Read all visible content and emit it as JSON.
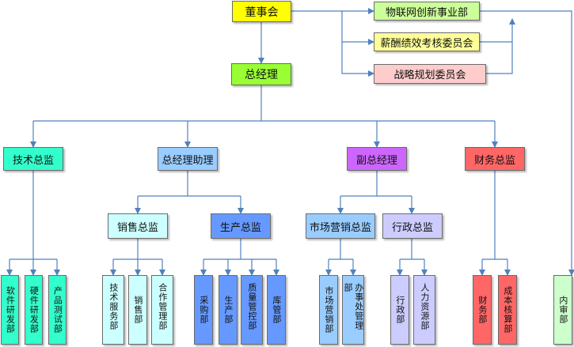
{
  "colors": {
    "line": "#4f81bd",
    "yellow": "#ffff00",
    "lime": "#99ff33",
    "pale_green": "#ccff99",
    "pale_yellow": "#ffff99",
    "pink": "#ffcccc",
    "teal": "#33ffcc",
    "light_blue": "#99ccff",
    "purple": "#cc66ff",
    "red": "#ff6666",
    "light_cyan": "#ccffff",
    "blue": "#6699ff",
    "lavender": "#ccccff",
    "light_cyan2": "#ccffff",
    "mint": "#ccffcc"
  },
  "nodes": {
    "board": "董事会",
    "iot": "物联网创新事业部",
    "salary": "薪酬绩效考核委员会",
    "strategy": "战略规划委员会",
    "gm": "总经理",
    "tech": "技术总监",
    "assistant": "总经理助理",
    "vgm": "副总经理",
    "finance": "财务总监",
    "sales_dir": "销售总监",
    "prod_dir": "生产总监",
    "market_dir": "市场营销总监",
    "admin_dir": "行政总监",
    "sw": "软件研发部",
    "hw": "硬件研发部",
    "test": "产品测试部",
    "tech_service": "技术服务部",
    "sales": "销售部",
    "coop": "合作管理部",
    "purchase": "采购部",
    "production": "生产部",
    "qc": "质量管控部",
    "warehouse": "库管部",
    "marketing": "市场营销部",
    "office": "办事处管理部",
    "admin": "行政部",
    "hr": "人力资源部",
    "fin": "财务部",
    "cost": "成本核算部",
    "audit": "内审部"
  }
}
